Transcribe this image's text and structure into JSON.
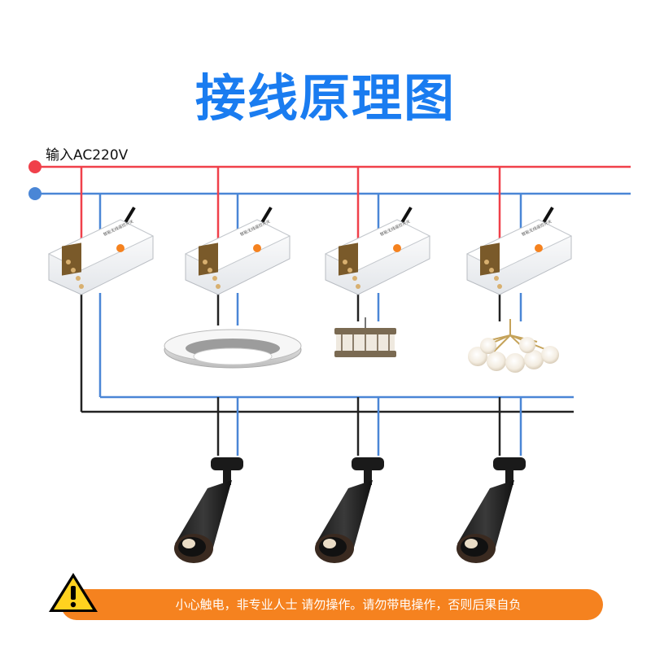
{
  "title": "接线原理图",
  "input_label": "输入AC220V",
  "warning": {
    "text": "小心触电，非专业人士 请勿操作。请勿带电操作，否则后果自负",
    "icon": "warning-triangle-icon",
    "bar_color": "#f5821f"
  },
  "colors": {
    "title": "#1a7cf0",
    "live_wire": "#f0404a",
    "neutral_wire": "#4a86d6",
    "switched_wire": "#222222"
  },
  "module_label": "智能无线遥控开关"
}
